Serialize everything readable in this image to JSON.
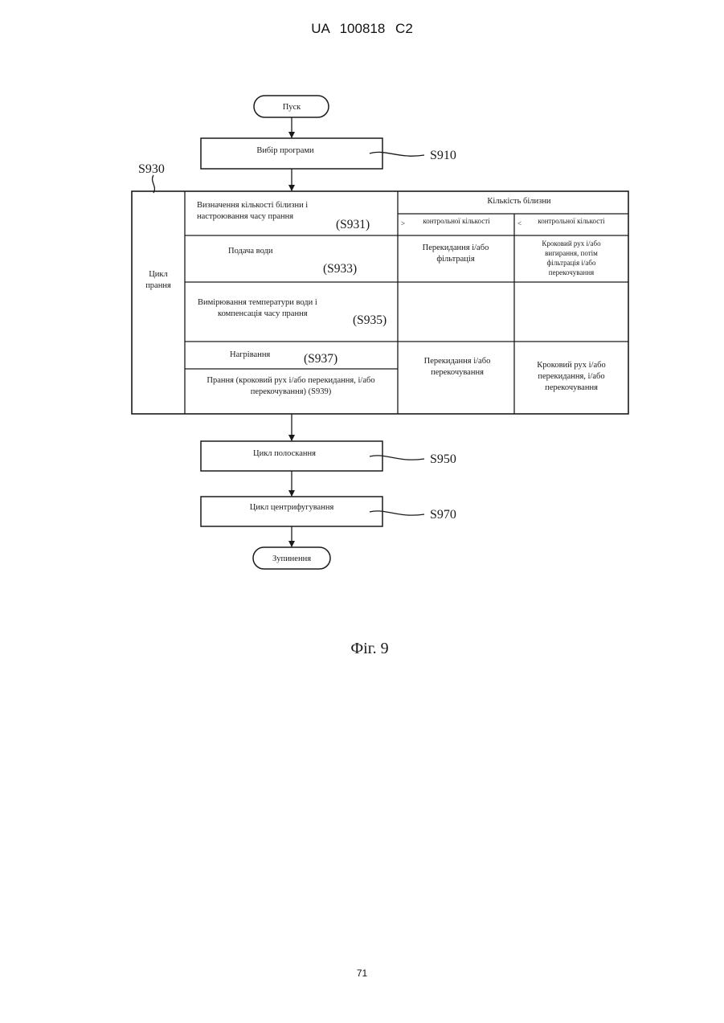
{
  "header": {
    "document_id": "UA   100818   C2"
  },
  "page_number": "71",
  "figure_caption": "Фіг. 9",
  "flowchart": {
    "start": "Пуск",
    "stop": "Зупинення",
    "step_select": {
      "label": "Вибір програми",
      "code": "S910"
    },
    "wash_cycle": {
      "code": "S930",
      "label_line1": "Цикл",
      "label_line2": "прання",
      "steps": [
        {
          "line1": "Визначення кількості білизни і",
          "line2": "настроювання часу прання",
          "code": "(S931)"
        },
        {
          "line1": "Подача води",
          "code": "(S933)"
        },
        {
          "line1": "Вимірювання температури води і",
          "line2": "компенсація часу прання",
          "code": "(S935)"
        },
        {
          "line1": "Нагрівання",
          "code": "(S937)"
        },
        {
          "line1": "Прання (кроковий рух і/або перекидання, і/або",
          "line2": "перекочування) (S939)"
        }
      ],
      "table": {
        "header": "Кількість білизни",
        "col_greater_symbol": ">",
        "col_greater_label": "контрольної кількості",
        "col_less_symbol": "<",
        "col_less_label": "контрольної кількості",
        "water_greater": [
          "Перекидання і/або",
          "фільтрація"
        ],
        "water_less": [
          "Кроковий рух і/або",
          "вигирання, потім",
          "фільтрація і/або",
          "перекочування"
        ],
        "wash_greater": [
          "Перекидання і/або",
          "перекочування"
        ],
        "wash_less": [
          "Кроковий рух і/або",
          "перекидання, і/або",
          "перекочування"
        ]
      }
    },
    "step_rinse": {
      "label": "Цикл полоскання",
      "code": "S950"
    },
    "step_spin": {
      "label": "Цикл центрифугування",
      "code": "S970"
    }
  }
}
